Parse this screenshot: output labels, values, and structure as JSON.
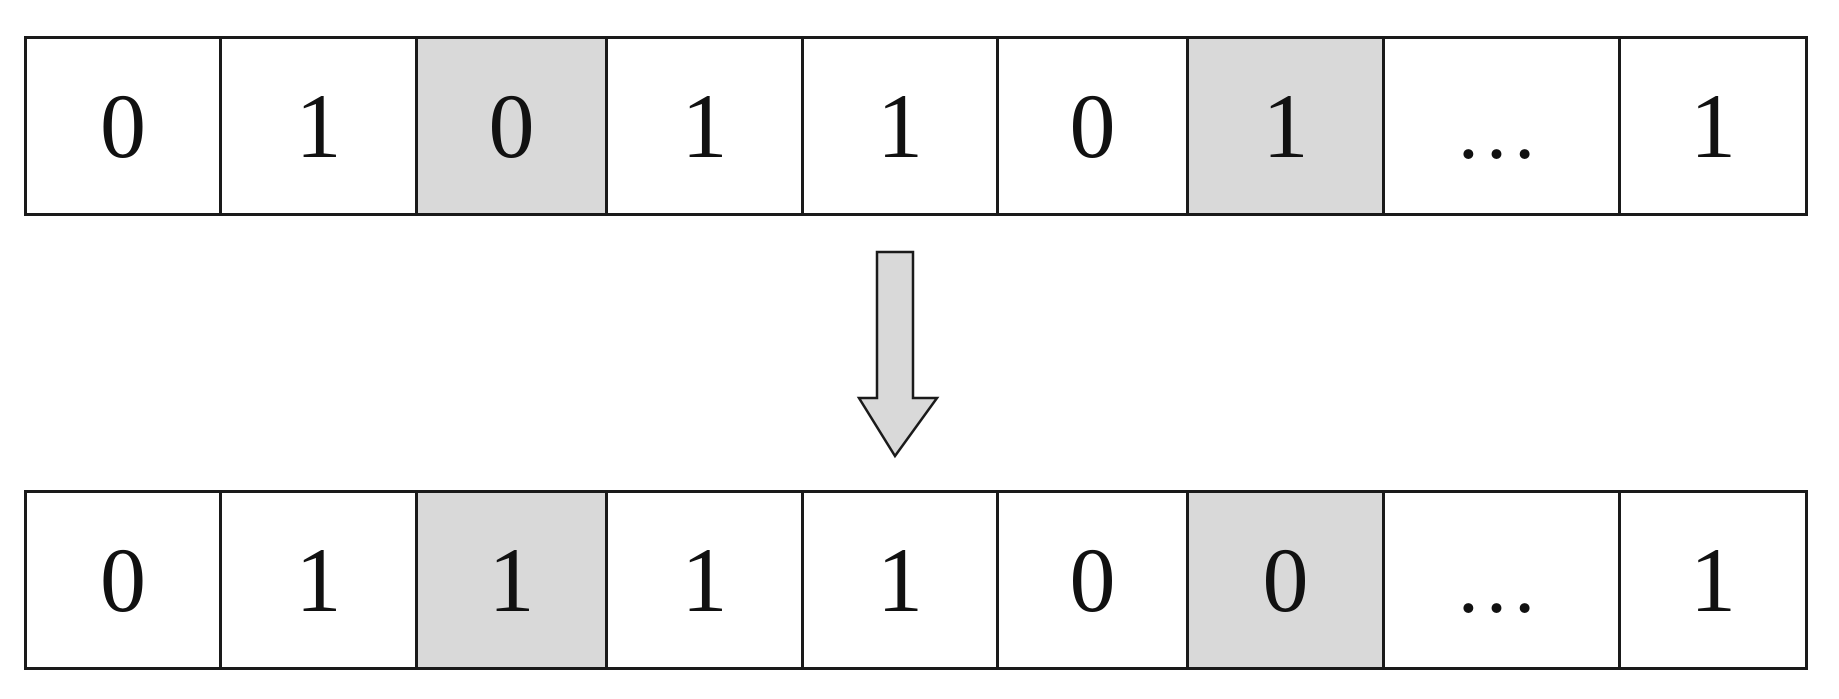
{
  "rows": {
    "before": [
      "0",
      "1",
      "0",
      "1",
      "1",
      "0",
      "1",
      "…",
      "1"
    ],
    "after": [
      "0",
      "1",
      "1",
      "1",
      "1",
      "0",
      "0",
      "…",
      "1"
    ]
  },
  "highlighted_cells": [
    3,
    7
  ],
  "colors": {
    "highlight": "#d9d9d9",
    "border": "#1a1a1a",
    "arrow_fill": "#d9d9d9"
  },
  "icons": {
    "transition": "arrow-down-icon"
  }
}
